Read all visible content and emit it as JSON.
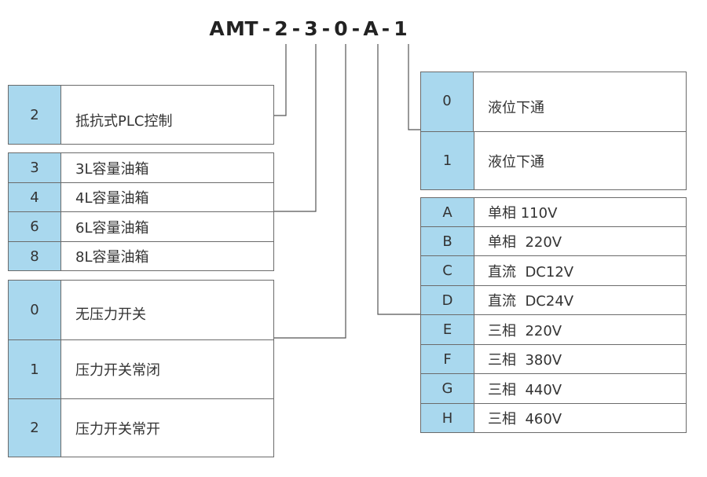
{
  "model": [
    "A",
    "M",
    "T",
    "-",
    "2",
    "-",
    "3",
    "-",
    "0",
    "-",
    "A",
    "-",
    "1"
  ],
  "control_group": [
    {
      "code": "2",
      "desc": "抵抗式PLC控制"
    }
  ],
  "tank_group": [
    {
      "code": "3",
      "desc": "3L容量油箱"
    },
    {
      "code": "4",
      "desc": "4L容量油箱"
    },
    {
      "code": "6",
      "desc": "6L容量油箱"
    },
    {
      "code": "8",
      "desc": "8L容量油箱"
    }
  ],
  "pressure_group": [
    {
      "code": "0",
      "desc": "无压力开关"
    },
    {
      "code": "1",
      "desc": "压力开关常闭"
    },
    {
      "code": "2",
      "desc": "压力开关常开"
    }
  ],
  "level_group": [
    {
      "code": "0",
      "desc": "液位下通"
    },
    {
      "code": "1",
      "desc": "液位下通"
    }
  ],
  "voltage_group": [
    {
      "code": "A",
      "desc": "单相 110V"
    },
    {
      "code": "B",
      "desc": "单相  220V"
    },
    {
      "code": "C",
      "desc": "直流  DC12V"
    },
    {
      "code": "D",
      "desc": "直流  DC24V"
    },
    {
      "code": "E",
      "desc": "三相  220V"
    },
    {
      "code": "F",
      "desc": "三相  380V"
    },
    {
      "code": "G",
      "desc": "三相  440V"
    },
    {
      "code": "H",
      "desc": "三相  460V"
    }
  ],
  "colors": {
    "code_cell": "#a9d8ee",
    "border": "#6b6b6b",
    "line": "#555555"
  }
}
